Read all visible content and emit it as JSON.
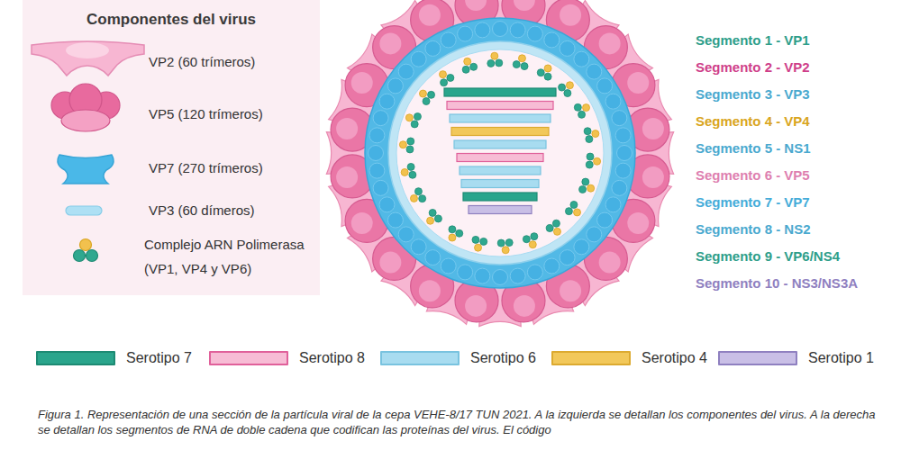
{
  "diagram": {
    "caption": "Figura 1. Representación de una sección de la partícula viral de la cepa VEHE-8/17 TUN 2021. A la izquierda se detallan los componentes del virus. A la derecha se detallan los segmentos de RNA de doble cadena que codifican las proteínas del virus. El código",
    "nodes": [
      {
        "text": [
          "Componentes del virus"
        ]
      }
    ],
    "labels": [
      "Segmento 1 - VP1",
      "Segmento 2 - VP2",
      "Segmento 3 - VP3",
      "Segmento 4 - VP4",
      "Segmento 5 - NS1",
      "Segmento 6 - VP5",
      "Segmento 7 - VP7",
      "Segmento 8 - NS2",
      "Segmento 9 - VP6/NS4",
      "Segmento 10 - NS3/NS3A"
    ],
    "legend": [
      {
        "text": "VP2 (60 trímeros)"
      },
      {
        "text": "VP5 (120 trímeros)"
      },
      {
        "text": "VP7 (270 trímeros)"
      },
      {
        "text": "VP3 (60 dímeros)"
      },
      {
        "text": "Complejo ARN Polimerasa (VP1, VP4 y VP6)"
      },
      {
        "text": "Serotipo 7",
        "color": "#2aa58c"
      },
      {
        "text": "Serotipo 8",
        "color": "#f7bcd5"
      },
      {
        "text": "Serotipo 6",
        "color": "#a8dcf0"
      },
      {
        "text": "Serotipo 4",
        "color": "#f2c85a"
      },
      {
        "text": "Serotipo 1",
        "color": "#c9bfe6"
      }
    ]
  }
}
